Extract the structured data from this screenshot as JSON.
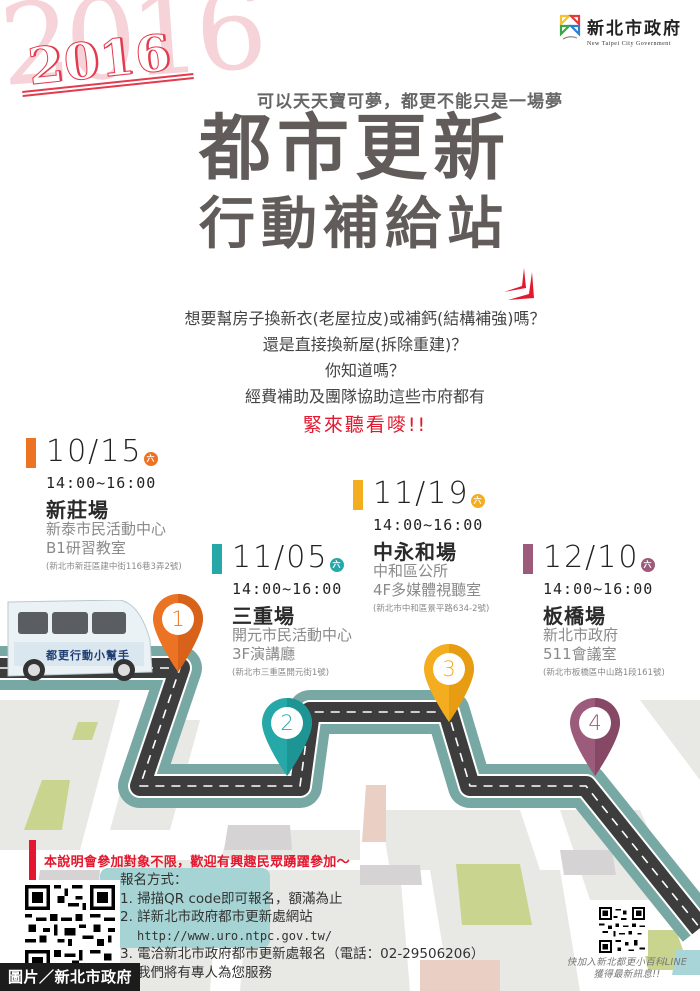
{
  "header": {
    "year": "2016",
    "logo": {
      "name_zh": "新北市政府",
      "name_en": "New Taipei City Government",
      "mark_colors": [
        "#f2c230",
        "#e23a3a",
        "#3aa64a",
        "#2a7fd0"
      ]
    },
    "slogan": "可以天天寶可夢，都更不能只是一場夢",
    "title_line1": "都市更新",
    "title_line2": "行動補給站"
  },
  "intro": {
    "lines": [
      "想要幫房子換新衣(老屋拉皮)或補鈣(結構補強)嗎？",
      "還是直接換新屋(拆除重建)？",
      "你知道嗎？",
      "經費補助及團隊協助這些市府都有"
    ],
    "highlight": "緊來聽看嘜!!"
  },
  "sessions": [
    {
      "number": "1",
      "date": "10/15",
      "weekday": "六",
      "time": "14:00~16:00",
      "name": "新莊場",
      "venue_line1": "新泰市民活動中心",
      "venue_line2": "B1研習教室",
      "address": "(新北市新莊區建中街116巷3弄2號)",
      "color": "#ec7323"
    },
    {
      "number": "2",
      "date": "11/05",
      "weekday": "六",
      "time": "14:00~16:00",
      "name": "三重場",
      "venue_line1": "開元市民活動中心",
      "venue_line2": "3F演講廳",
      "address": "(新北市三重區開元街1號)",
      "color": "#27a8a8"
    },
    {
      "number": "3",
      "date": "11/19",
      "weekday": "六",
      "time": "14:00~16:00",
      "name": "中永和場",
      "venue_line1": "中和區公所",
      "venue_line2": "4F多媒體視聽室",
      "address": "(新北市中和區景平路634-2號)",
      "color": "#f3ad1f"
    },
    {
      "number": "4",
      "date": "12/10",
      "weekday": "六",
      "time": "14:00~16:00",
      "name": "板橋場",
      "venue_line1": "新北市政府",
      "venue_line2": "511會議室",
      "address": "(新北市板橋區中山路1段161號)",
      "color": "#9c5b7a"
    }
  ],
  "van": {
    "banner": "都更行動小幫手"
  },
  "registration": {
    "notice": "本說明會參加對象不限，歡迎有興趣民眾踴躍參加～",
    "heading": "報名方式：",
    "item1": "1. 掃描QR code即可報名，額滿為止",
    "item2": "2. 詳新北市政府都市更新處網站",
    "url": "http://www.uro.ntpc.gov.tw/",
    "item3": "3. 電洽新北市政府都市更新處報名（電話：02-29506206）",
    "item3_cont": "我們將有專人為您服務"
  },
  "line_cta": {
    "line1": "快加入新北都更小百科LINE",
    "line2": "獲得最新訊息!!"
  },
  "credit": "圖片／新北市政府",
  "colors": {
    "title_gray": "#615c59",
    "accent_red": "#e3172d",
    "road_teal": "#78a8a4",
    "road_asphalt": "#3d3d3d",
    "map_block": "#e8e9e4"
  }
}
